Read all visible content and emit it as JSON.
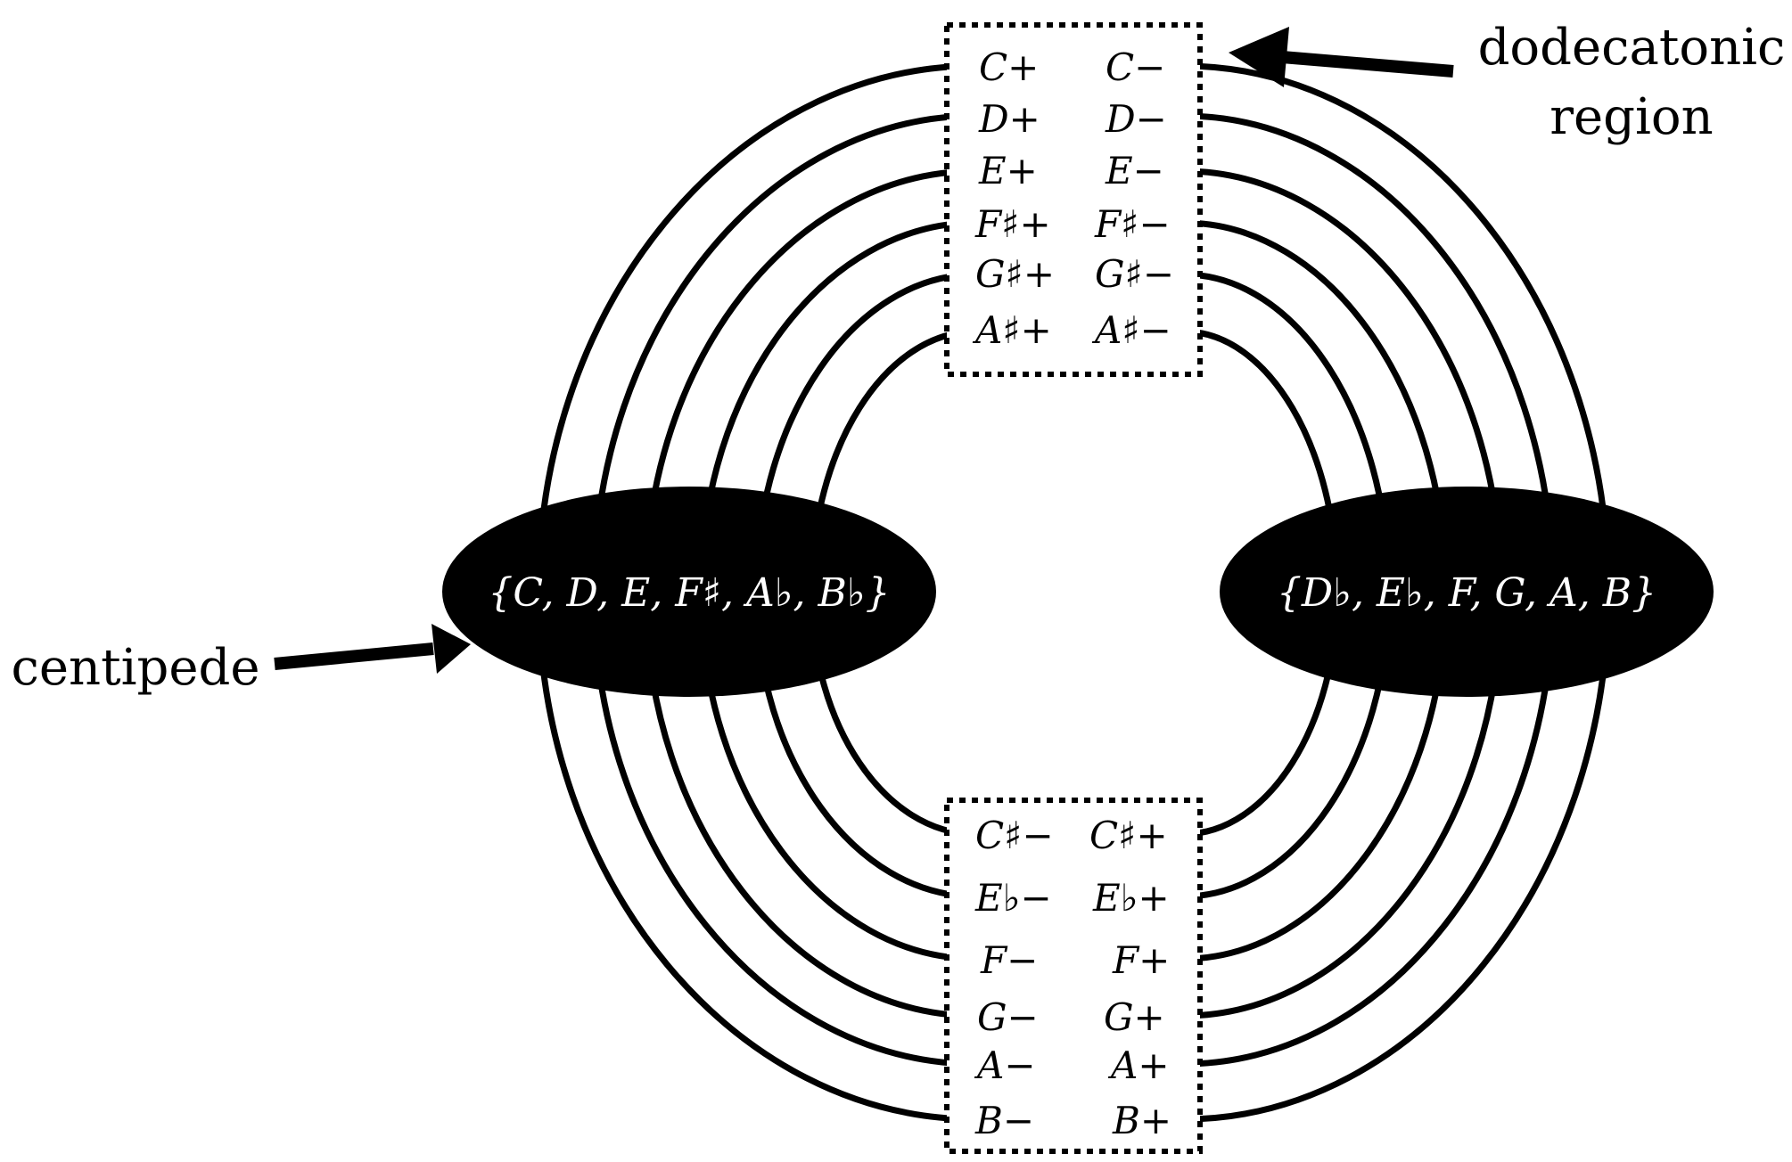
{
  "top_region": {
    "rows": [
      {
        "left": "C+",
        "right": "C−"
      },
      {
        "left": "D+",
        "right": "D−"
      },
      {
        "left": "E+",
        "right": "E−"
      },
      {
        "left": "F♯+",
        "right": "F♯−"
      },
      {
        "left": "G♯+",
        "right": "G♯−"
      },
      {
        "left": "A♯+",
        "right": "A♯−"
      }
    ]
  },
  "bottom_region": {
    "rows": [
      {
        "left": "C♯−",
        "right": "C♯+"
      },
      {
        "left": "E♭−",
        "right": "E♭+"
      },
      {
        "left": "F−",
        "right": "F+"
      },
      {
        "left": "G−",
        "right": "G+"
      },
      {
        "left": "A−",
        "right": "A+"
      },
      {
        "left": "B−",
        "right": "B+"
      }
    ]
  },
  "left_node": {
    "label": "{C, D, E, F♯, A♭, B♭}"
  },
  "right_node": {
    "label": "{D♭, E♭, F, G, A, B}"
  },
  "annotations": {
    "dodecatonic_line1": "dodecatonic",
    "dodecatonic_line2": "region",
    "centipede": "centipede"
  }
}
